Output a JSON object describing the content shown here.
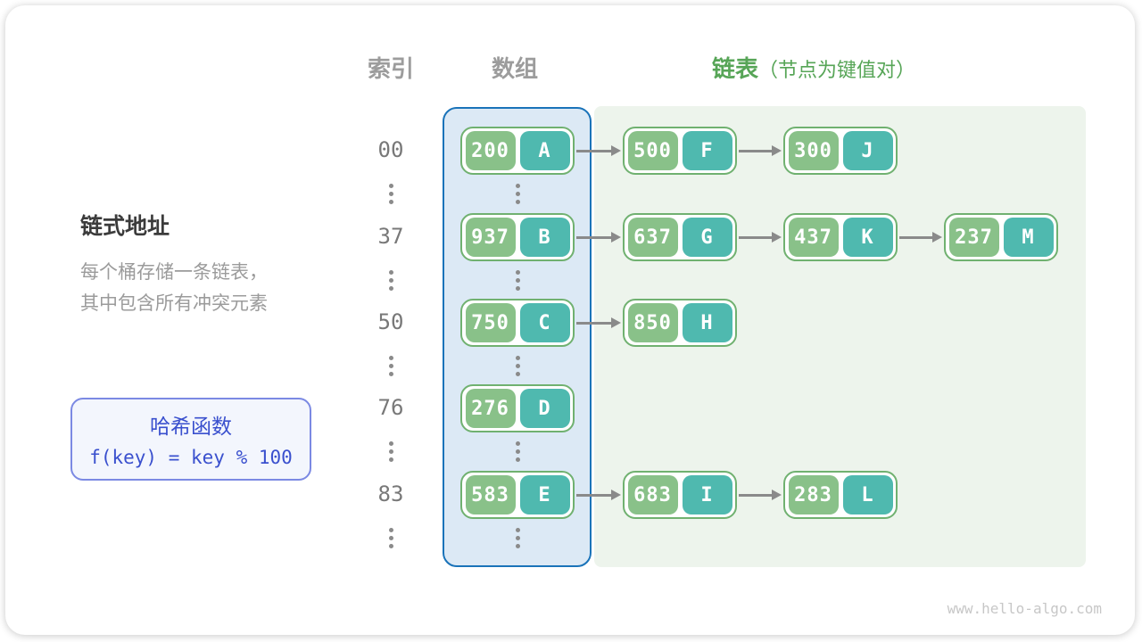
{
  "header": {
    "index": "索引",
    "array": "数组",
    "list": "链表",
    "list_note": "（节点为键值对）"
  },
  "left_panel": {
    "title": "链式地址",
    "desc_line1": "每个桶存储一条链表，",
    "desc_line2": "其中包含所有冲突元素"
  },
  "hash_box": {
    "title": "哈希函数",
    "formula": "f(key) = key % 100"
  },
  "watermark": "www.hello-algo.com",
  "colors": {
    "array_region_fill": "#dce9f5",
    "array_region_border": "#1a73b9",
    "list_region_fill": "#edf4ec",
    "node_border": "#70b170",
    "key_cell": "#89c189",
    "value_cell": "#4fb9af",
    "arrow": "#8a8a8a",
    "header_gray": "#9c9c9c",
    "header_green": "#57a557",
    "hash_blue": "#3a50ce"
  },
  "diagram": {
    "rows": [
      {
        "index": "00",
        "bucket": {
          "key": "200",
          "value": "A"
        },
        "chain": [
          {
            "key": "500",
            "value": "F"
          },
          {
            "key": "300",
            "value": "J"
          }
        ]
      },
      {
        "index": "37",
        "bucket": {
          "key": "937",
          "value": "B"
        },
        "chain": [
          {
            "key": "637",
            "value": "G"
          },
          {
            "key": "437",
            "value": "K"
          },
          {
            "key": "237",
            "value": "M"
          }
        ]
      },
      {
        "index": "50",
        "bucket": {
          "key": "750",
          "value": "C"
        },
        "chain": [
          {
            "key": "850",
            "value": "H"
          }
        ]
      },
      {
        "index": "76",
        "bucket": {
          "key": "276",
          "value": "D"
        },
        "chain": []
      },
      {
        "index": "83",
        "bucket": {
          "key": "583",
          "value": "E"
        },
        "chain": [
          {
            "key": "683",
            "value": "I"
          },
          {
            "key": "283",
            "value": "L"
          }
        ]
      }
    ],
    "ellipsis_after_each_row": true
  }
}
